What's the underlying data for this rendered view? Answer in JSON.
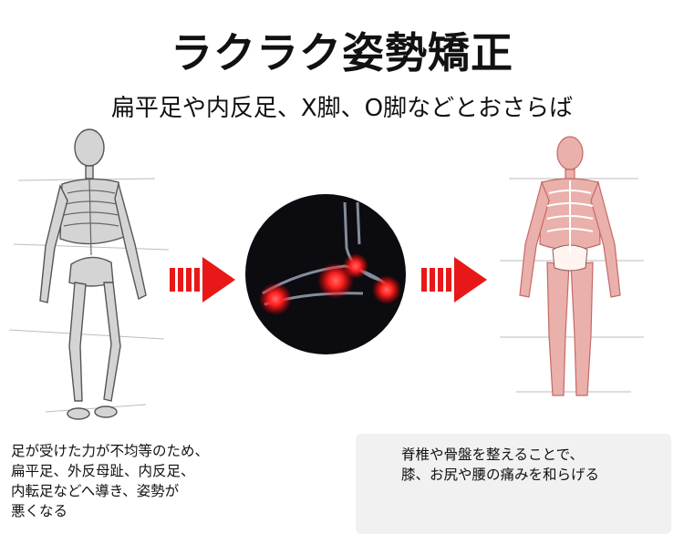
{
  "title": "ラクラク姿勢矯正",
  "subtitle": "扁平足や内反足、X脚、O脚などとおさらば",
  "caption_left": [
    "足が受けた力が不均等のため、",
    "扁平足、外反母趾、内反足、",
    "内転足などへ導き、姿勢が",
    "悪くなる"
  ],
  "caption_right": [
    "脊椎や骨盤を整えることで、",
    "膝、お尻や腰の痛みを和らげる"
  ],
  "colors": {
    "arrow": "#e81818",
    "glow": "#ff2020",
    "bone": "#cfcfcf",
    "bone_red": "#e8a0a0",
    "caption_bg": "#f1f1f1"
  },
  "icons": {
    "arrow_1": "right-arrow-icon",
    "arrow_2": "right-arrow-icon"
  }
}
